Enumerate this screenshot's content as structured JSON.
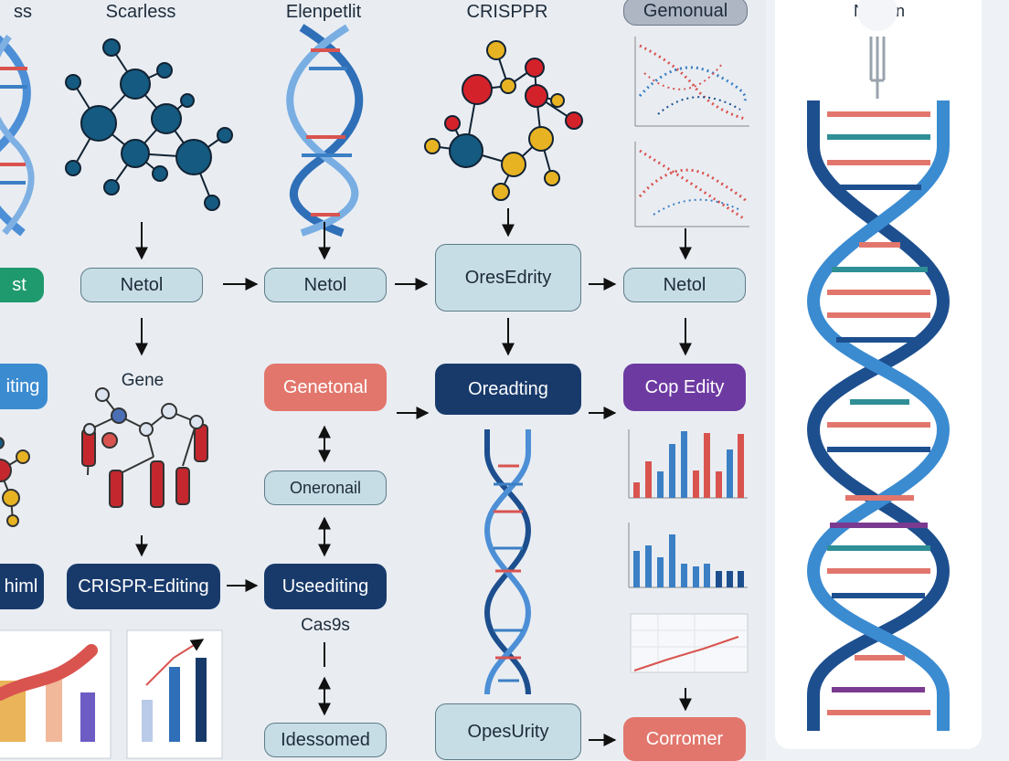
{
  "titles": {
    "col0": "ss",
    "col1": "Scarless",
    "col2": "Elenpetlit",
    "col3": "CRISPPR",
    "col4": "Gemonual",
    "side": "Nesien"
  },
  "boxes": {
    "left_green": "st",
    "left_blue": "iting",
    "left_navy": "himl",
    "netol_a": "Netol",
    "netol_b": "Netol",
    "oresedrity": "OresEdrity",
    "netol_c": "Netol",
    "genetonal": "Genetonal",
    "oreadting": "Oreadting",
    "cop_edity": "Cop Edity",
    "oneronail": "Oneronail",
    "crispr_editing": "CRISPR-Editing",
    "usoediting": "Useediting",
    "iresomed": "Idessomed",
    "opesurity": "OpesUrity",
    "corromer": "Corromer"
  },
  "labels": {
    "gene": "Gene",
    "cas9s": "Cas9s"
  },
  "colors": {
    "navy": "#183a6b",
    "light": "#c7dde5",
    "salmon": "#e2766c",
    "purple": "#6d3aa2",
    "helix_blue": "#3b7fc4",
    "helix_dark": "#1d4f8f",
    "red": "#d9534f"
  },
  "icons": [
    "molecule-icon",
    "dna-helix-icon",
    "arrow-icon",
    "bar-chart-icon",
    "scatter-plot-icon",
    "line-chart-icon",
    "fork-icon"
  ]
}
